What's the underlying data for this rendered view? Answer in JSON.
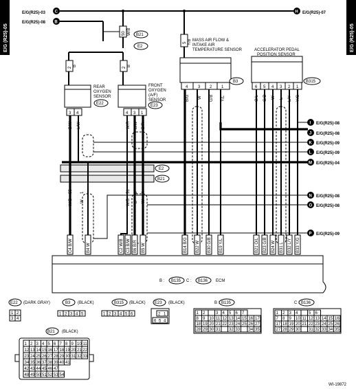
{
  "sheet": {
    "side_label_left": "E/G (R25)-05",
    "side_label_right": "E/G (R25)-05",
    "footer_code": "WI-19872"
  },
  "connectors_top": [
    {
      "letter": "C",
      "ref": "E/G(R25)-03"
    },
    {
      "letter": "B",
      "ref": "E/G(R25)-08"
    },
    {
      "letter": "H",
      "ref": "E/G(R25)-07"
    }
  ],
  "connectors_right": [
    {
      "letter": "I",
      "ref": "E/G(R25)-08"
    },
    {
      "letter": "J",
      "ref": "E/G(R25)-08"
    },
    {
      "letter": "K",
      "ref": "E/G(R25)-09"
    },
    {
      "letter": "L",
      "ref": "E/G(R25)-09"
    },
    {
      "letter": "M",
      "ref": "E/G(R25)-04"
    },
    {
      "letter": "N",
      "ref": "E/G(R25)-08"
    },
    {
      "letter": "O",
      "ref": "E/G(R25)-08"
    },
    {
      "letter": "P",
      "ref": "E/G(R25)-09"
    }
  ],
  "components": {
    "rear_oxygen": {
      "name_1": "REAR",
      "name_2": "OXYGEN",
      "name_3": "SENSOR",
      "code": "E22"
    },
    "front_oxygen": {
      "name_1": "FRONT",
      "name_2": "OXYGEN",
      "name_3": "(A/F)",
      "name_4": "SENSOR",
      "code": "E23"
    },
    "maf": {
      "name_1": "MASS AIR FLOW &",
      "name_2": "INTAKE AIR",
      "name_3": "TEMPERATURE SENSOR",
      "code": "B3"
    },
    "accel": {
      "name_1": "ACCELERATOR PEDAL",
      "name_2": "POSITION SENSOR",
      "code": "B315"
    },
    "ecm": {
      "label": "ECM",
      "b_prefix": "B :",
      "b_code": "B135",
      "c_prefix": "C :",
      "c_code": "B136"
    },
    "e2": "E2",
    "b21": "B21"
  },
  "wire_labels": {
    "top_junction_1": "50",
    "top_junction_2": "W/B",
    "rear_top_pin": "2",
    "rear_top_color": "B",
    "front_top_pin": "2",
    "front_top_color": "B",
    "maf_top_pin": "5",
    "maf_top_color": "Y/B",
    "rear_pins": [
      "3",
      "4"
    ],
    "rear_colors": [
      "B/W",
      "L/W"
    ],
    "front_pins": [
      "4",
      "3",
      "1"
    ],
    "front_colors": [
      "W/R",
      "B/W",
      "B/R"
    ],
    "maf_pins": [
      "4",
      "3",
      "2",
      "1"
    ],
    "maf_colors": [
      "B/G",
      "W",
      "G/B",
      "Y/L"
    ],
    "accel_pins": [
      "6",
      "5",
      "4",
      "3",
      "2",
      "1"
    ],
    "accel_colors": [
      "O/L",
      "G/B",
      "W",
      "L",
      "L/Y",
      "Y/G"
    ],
    "mid_rear_pins": [
      "55",
      "1"
    ],
    "mid_rear_colors": [
      "W/B",
      "W"
    ],
    "mid_front_pins": [
      "51",
      "5",
      "4"
    ],
    "mid_front_colors": [
      "W/B",
      "B",
      "W"
    ],
    "ecm_pins": [
      "C4",
      "B4",
      "C2",
      "C3",
      "B6",
      "B5",
      "B14",
      "B22",
      "B30",
      "B19",
      "B21",
      "B23",
      "B24",
      "B31",
      "B32",
      "B33"
    ],
    "ecm_colors": [
      "B/W",
      "W",
      "W/B",
      "B/W",
      "B/R",
      "W",
      "B/G",
      "W",
      "G/B",
      "Y/L",
      "O/L",
      "G/B",
      "W",
      "L",
      "L/Y",
      "Y/G"
    ]
  },
  "legend": {
    "e22": {
      "code": "E22",
      "desc": "(DARK GRAY)",
      "pins": [
        "1",
        "2",
        "3",
        "4"
      ]
    },
    "b3": {
      "code": "B3",
      "desc": "(BLACK)",
      "pins": [
        "1",
        "2",
        "3",
        "4",
        "5"
      ]
    },
    "b315": {
      "code": "B315",
      "desc": "(BLACK)",
      "pins": [
        "1",
        "2",
        "3",
        "4",
        "5",
        "6"
      ]
    },
    "e23": {
      "code": "E23",
      "desc": "(BLACK)",
      "pins": [
        "2",
        "1",
        "6",
        "5",
        "4"
      ]
    },
    "b135": {
      "code": "B135",
      "desc": "",
      "prefix": "B :"
    },
    "b136": {
      "code": "B136",
      "desc": "",
      "prefix": "C :"
    },
    "b21": {
      "code": "B21",
      "desc": "(BLACK)"
    }
  },
  "b135_grid": [
    [
      "1",
      "2",
      "",
      "3",
      "4",
      "5",
      "6",
      "7"
    ],
    [
      "8",
      "9",
      "10",
      "11",
      "12",
      "13",
      "14",
      "15",
      "16",
      "17"
    ],
    [
      "18",
      "19",
      "20",
      "21",
      "22",
      "23",
      "24",
      "25",
      "26",
      "27"
    ],
    [
      "28",
      "29",
      "30",
      "31",
      "",
      "32",
      "33",
      "",
      "34",
      "35"
    ]
  ],
  "b136_grid": [
    [
      "1",
      "2",
      "3",
      "4",
      "",
      "5",
      "6"
    ],
    [
      "7",
      "8",
      "9",
      "10",
      "11",
      "12",
      "13",
      "14",
      "15",
      "16"
    ],
    [
      "17",
      "18",
      "19",
      "20",
      "21",
      "22",
      "23",
      "24",
      "25",
      "26"
    ],
    [
      "27",
      "28",
      "29",
      "30",
      "",
      "31",
      "32",
      "33",
      "34",
      "35"
    ]
  ],
  "b21_grid": [
    [
      "1",
      "2",
      "3",
      "4",
      "5",
      "6",
      "7",
      "8",
      "9",
      "10",
      "11"
    ],
    [
      "12",
      "13",
      "14",
      "15",
      "16",
      "17",
      "18",
      "19",
      "20",
      "21",
      "22"
    ],
    [
      "23",
      "24",
      "25",
      "26",
      "27",
      "28",
      "29",
      "30",
      "31",
      "32",
      "33"
    ],
    [
      "34",
      "35",
      "36",
      "37",
      "38",
      "39",
      "40",
      "41"
    ],
    [
      "42",
      "43",
      "44",
      "45",
      "46",
      "47"
    ],
    [
      "48",
      "49",
      "50",
      "51",
      "52",
      "53",
      "54"
    ]
  ]
}
